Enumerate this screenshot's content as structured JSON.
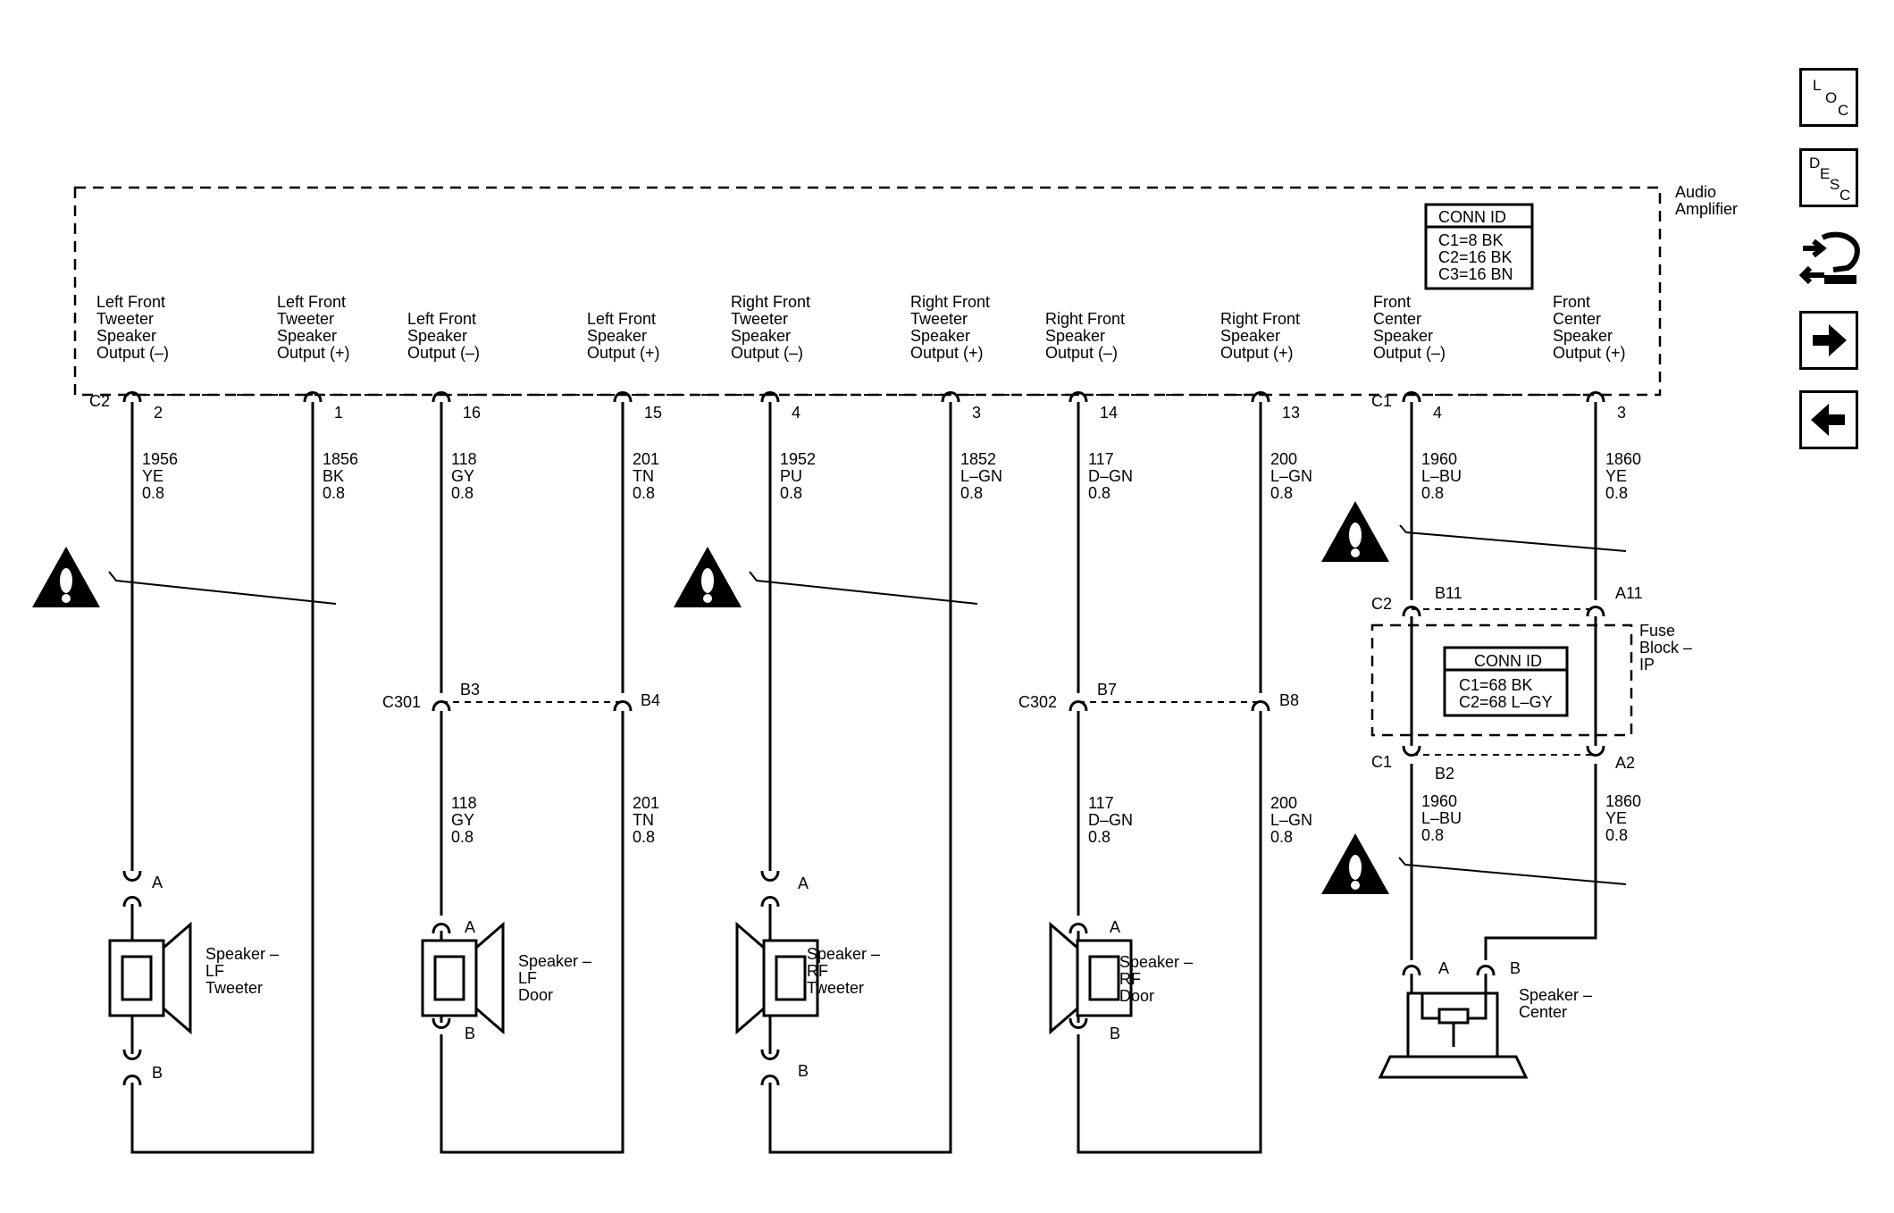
{
  "amplifier": {
    "name_line1": "Audio",
    "name_line2": "Amplifier",
    "conn_id": {
      "title": "CONN ID",
      "rows": [
        "C1=8 BK",
        "C2=16 BK",
        "C3=16 BN"
      ]
    },
    "connector_c2": "C2",
    "connector_c1": "C1",
    "outputs": [
      {
        "lines": [
          "Left Front",
          "Tweeter",
          "Speaker",
          "Output (–)"
        ],
        "pin": "2"
      },
      {
        "lines": [
          "Left Front",
          "Tweeter",
          "Speaker",
          "Output (+)"
        ],
        "pin": "1"
      },
      {
        "lines": [
          "Left Front",
          "Speaker",
          "Output (–)"
        ],
        "pin": "16"
      },
      {
        "lines": [
          "Left Front",
          "Speaker",
          "Output (+)"
        ],
        "pin": "15"
      },
      {
        "lines": [
          "Right Front",
          "Tweeter",
          "Speaker",
          "Output (–)"
        ],
        "pin": "4"
      },
      {
        "lines": [
          "Right Front",
          "Tweeter",
          "Speaker",
          "Output (+)"
        ],
        "pin": "3"
      },
      {
        "lines": [
          "Right Front",
          "Speaker",
          "Output (–)"
        ],
        "pin": "14"
      },
      {
        "lines": [
          "Right Front",
          "Speaker",
          "Output (+)"
        ],
        "pin": "13"
      },
      {
        "lines": [
          "Front",
          "Center",
          "Speaker",
          "Output (–)"
        ],
        "pin": "4"
      },
      {
        "lines": [
          "Front",
          "Center",
          "Speaker",
          "Output (+)"
        ],
        "pin": "3"
      }
    ]
  },
  "wires_upper": [
    {
      "circuit": "1956",
      "color": "YE",
      "gauge": "0.8"
    },
    {
      "circuit": "1856",
      "color": "BK",
      "gauge": "0.8"
    },
    {
      "circuit": "118",
      "color": "GY",
      "gauge": "0.8"
    },
    {
      "circuit": "201",
      "color": "TN",
      "gauge": "0.8"
    },
    {
      "circuit": "1952",
      "color": "PU",
      "gauge": "0.8"
    },
    {
      "circuit": "1852",
      "color": "L–GN",
      "gauge": "0.8"
    },
    {
      "circuit": "117",
      "color": "D–GN",
      "gauge": "0.8"
    },
    {
      "circuit": "200",
      "color": "L–GN",
      "gauge": "0.8"
    },
    {
      "circuit": "1960",
      "color": "L–BU",
      "gauge": "0.8"
    },
    {
      "circuit": "1860",
      "color": "YE",
      "gauge": "0.8"
    }
  ],
  "wires_lower": [
    {
      "circuit": "118",
      "color": "GY",
      "gauge": "0.8"
    },
    {
      "circuit": "201",
      "color": "TN",
      "gauge": "0.8"
    },
    {
      "circuit": "117",
      "color": "D–GN",
      "gauge": "0.8"
    },
    {
      "circuit": "200",
      "color": "L–GN",
      "gauge": "0.8"
    },
    {
      "circuit": "1960",
      "color": "L–BU",
      "gauge": "0.8"
    },
    {
      "circuit": "1860",
      "color": "YE",
      "gauge": "0.8"
    }
  ],
  "inline_connectors": {
    "c301": {
      "name": "C301",
      "pin_a": "B3",
      "pin_b": "B4"
    },
    "c302": {
      "name": "C302",
      "pin_a": "B7",
      "pin_b": "B8"
    }
  },
  "fuse_block": {
    "name_lines": [
      "Fuse",
      "Block –",
      "IP"
    ],
    "conn_id": {
      "title": "CONN ID",
      "rows": [
        "C1=68 BK",
        "C2=68 L–GY"
      ]
    },
    "c2": "C2",
    "c2_pin_a": "B11",
    "c2_pin_b": "A11",
    "c1": "C1",
    "c1_pin_a": "B2",
    "c1_pin_b": "A2"
  },
  "speakers": [
    {
      "name_lines": [
        "Speaker –",
        "LF",
        "Tweeter"
      ],
      "pin_a": "A",
      "pin_b": "B"
    },
    {
      "name_lines": [
        "Speaker –",
        "LF",
        "Door"
      ],
      "pin_a": "A",
      "pin_b": "B"
    },
    {
      "name_lines": [
        "Speaker –",
        "RF",
        "Tweeter"
      ],
      "pin_a": "A",
      "pin_b": "B"
    },
    {
      "name_lines": [
        "Speaker –",
        "RF",
        "Door"
      ],
      "pin_a": "A",
      "pin_b": "B"
    },
    {
      "name_lines": [
        "Speaker –",
        "Center"
      ],
      "pin_a": "A",
      "pin_b": "B"
    }
  ],
  "nav": {
    "loc": {
      "l1": "L",
      "l2": "O",
      "l3": "C"
    },
    "desc": {
      "l1": "D",
      "l2": "E",
      "l3": "S",
      "l4": "C"
    },
    "icons": [
      "component-locator-icon",
      "description-icon",
      "connector-tool-icon",
      "next-page-icon",
      "previous-page-icon"
    ]
  }
}
